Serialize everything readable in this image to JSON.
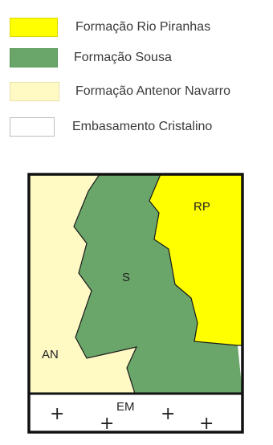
{
  "legend": {
    "items": [
      {
        "label": "Formação Rio Piranhas",
        "color": "#ffff00"
      },
      {
        "label": "Formação Sousa",
        "color": "#6aa56a"
      },
      {
        "label": "Formação Antenor Navarro",
        "color": "#fffac4"
      },
      {
        "label": "Embasamento Cristalino",
        "color": "#ffffff"
      }
    ]
  },
  "diagram": {
    "labels": {
      "rp": "RP",
      "s": "S",
      "an": "AN",
      "em": "EM"
    },
    "basement_symbol": "+",
    "border_color": "#111111"
  }
}
